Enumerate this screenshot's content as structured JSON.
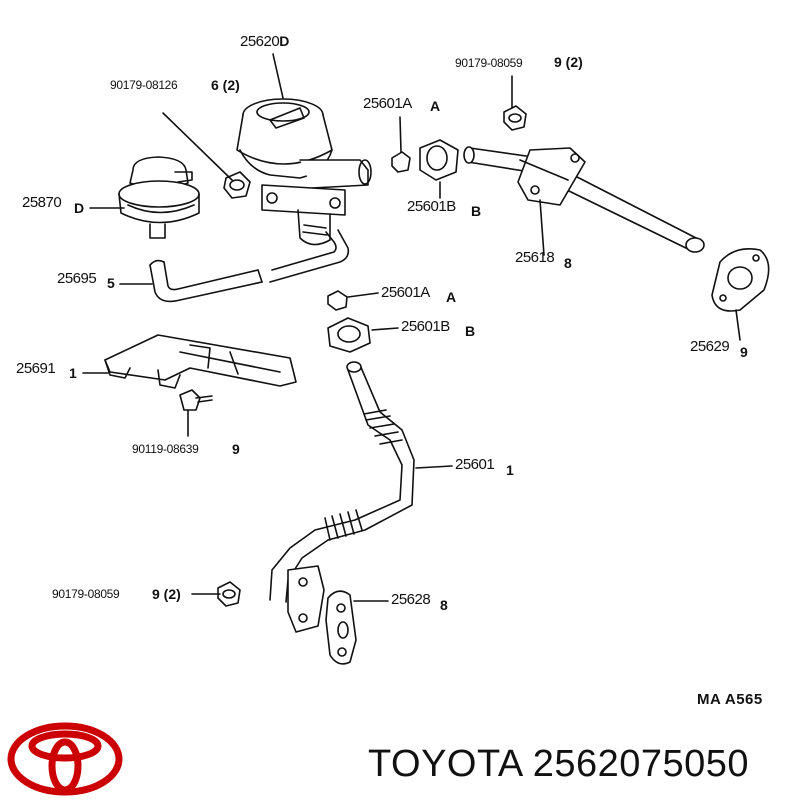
{
  "brand": {
    "name": "TOYOTA",
    "logo_color": "#cc0000",
    "logo_icon": "toyota-logo-icon"
  },
  "part_number": "2562075050",
  "reference_code": "MA  A565",
  "labels": {
    "p25620": {
      "num": "25620",
      "code": "D"
    },
    "p90179_08126": {
      "num": "90179-08126",
      "qty": "6 (2)"
    },
    "p90179_08059_top": {
      "num": "90179-08059",
      "qty": "9 (2)"
    },
    "p25601A_top": {
      "num": "25601A",
      "code": "A"
    },
    "p25601B_top": {
      "num": "25601B",
      "code": "B"
    },
    "p25870": {
      "num": "25870",
      "code": "D"
    },
    "p25618": {
      "num": "25618",
      "code": "8"
    },
    "p25695": {
      "num": "25695",
      "code": "5"
    },
    "p25601A_mid": {
      "num": "25601A",
      "code": "A"
    },
    "p25601B_mid": {
      "num": "25601B",
      "code": "B"
    },
    "p25629": {
      "num": "25629",
      "code": "9"
    },
    "p25691": {
      "num": "25691",
      "code": "1"
    },
    "p90119_08639": {
      "num": "90119-08639",
      "qty": "9"
    },
    "p25601": {
      "num": "25601",
      "code": "1"
    },
    "p90179_08059_bot": {
      "num": "90179-08059",
      "qty": "9 (2)"
    },
    "p25628": {
      "num": "25628",
      "code": "8"
    }
  }
}
